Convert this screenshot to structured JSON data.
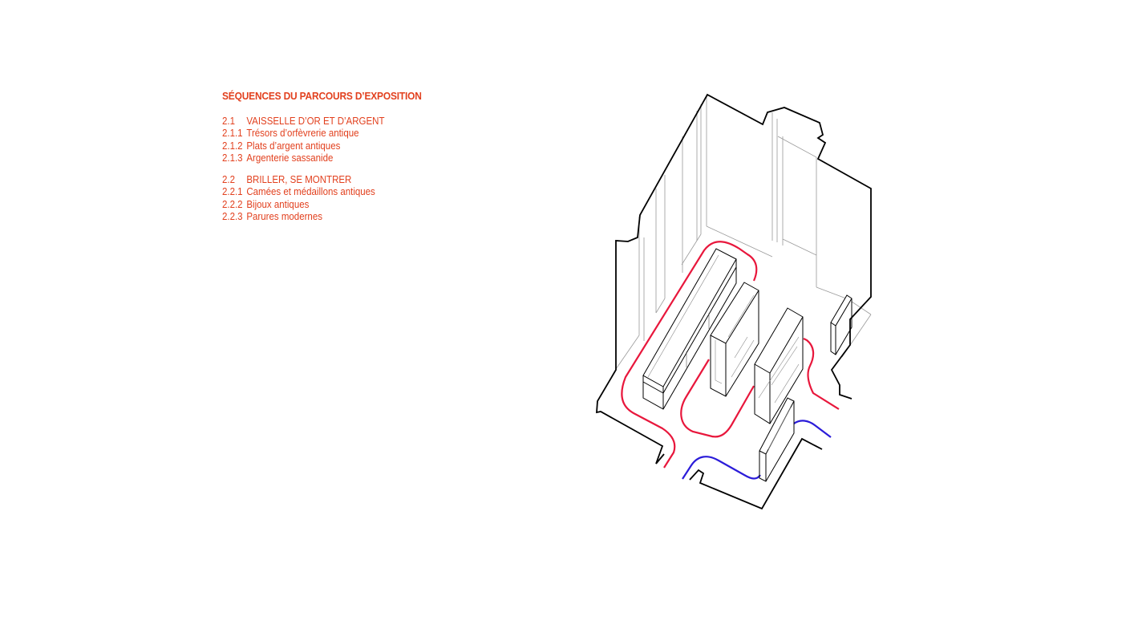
{
  "legend": {
    "title": "SÉQUENCES DU PARCOURS D’EXPOSITION",
    "color": "#e2401e",
    "groups": [
      {
        "items": [
          {
            "num": "2.1",
            "label": "VAISSELLE D’OR ET D’ARGENT"
          },
          {
            "num": "2.1.1",
            "label": "Trésors d’orfèvrerie antique"
          },
          {
            "num": "2.1.2",
            "label": "Plats d’argent antiques"
          },
          {
            "num": "2.1.3",
            "label": "Argenterie sassanide"
          }
        ]
      },
      {
        "items": [
          {
            "num": "2.2",
            "label": "BRILLER, SE MONTRER"
          },
          {
            "num": "2.2.1",
            "label": "Camées et médaillons antiques"
          },
          {
            "num": "2.2.2",
            "label": "Bijoux antiques"
          },
          {
            "num": "2.2.3",
            "label": "Parures modernes"
          }
        ]
      }
    ]
  },
  "diagram": {
    "path_colors": {
      "route_red": "#e8173c",
      "route_blue": "#2b1cd9",
      "wall": "#000000",
      "detail": "#9a9a9a"
    }
  }
}
